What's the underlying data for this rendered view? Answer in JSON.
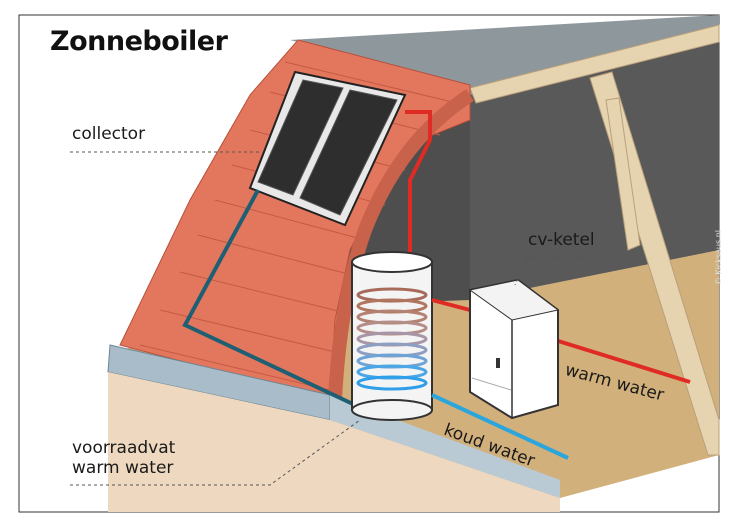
{
  "title": "Zonneboiler",
  "labels": {
    "collector": "collector",
    "cv_ketel": "cv-ketel",
    "warm_water": "warm water",
    "koud_water": "koud water",
    "voorraadvat_line1": "voorraadvat",
    "voorraadvat_line2": "warm water"
  },
  "credit": "© Kicksaus.nl",
  "colors": {
    "roof_tile": "#e3775e",
    "attic_wall": "#5c5c5c",
    "floor": "#d2b07c",
    "wood_beam": "#e6d3b0",
    "hot_pipe": "#e02a24",
    "cold_pipe": "#2aa6dc",
    "loop_pipe": "#1e5f73"
  }
}
